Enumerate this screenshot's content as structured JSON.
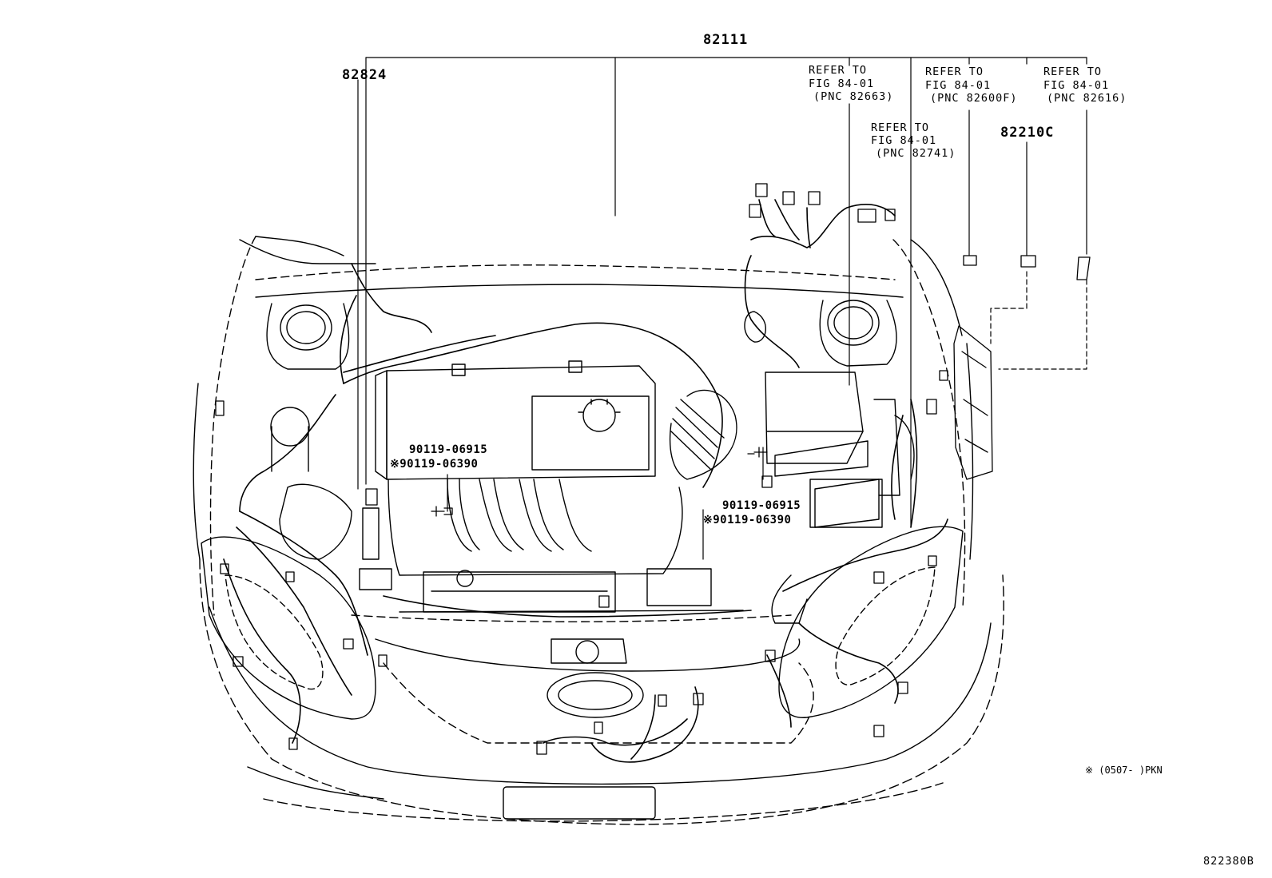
{
  "part_numbers": {
    "main_harness": "82111",
    "left_harness": "82824",
    "right_harness": "82210C"
  },
  "references": [
    {
      "line1": "REFER TO",
      "line2": "FIG 84-01",
      "line3": "(PNC 82663)"
    },
    {
      "line1": "REFER TO",
      "line2": "FIG 84-01",
      "line3": "(PNC 82600F)"
    },
    {
      "line1": "REFER TO",
      "line2": "FIG 84-01",
      "line3": "(PNC 82616)"
    },
    {
      "line1": "REFER TO",
      "line2": "FIG 84-01",
      "line3": "(PNC 82741)"
    }
  ],
  "bolts": {
    "left": {
      "primary": "90119-06915",
      "alternate": "※90119-06390"
    },
    "right": {
      "primary": "90119-06915",
      "alternate": "※90119-06390"
    }
  },
  "footnote": "※ (0507-     )PKN",
  "figure_code": "822380B"
}
